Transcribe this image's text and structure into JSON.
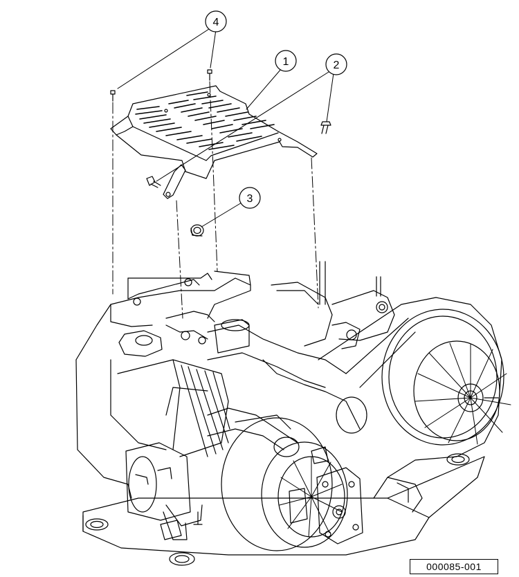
{
  "callouts": [
    {
      "id": "callout-1",
      "label": "1"
    },
    {
      "id": "callout-2",
      "label": "2"
    },
    {
      "id": "callout-3",
      "label": "3"
    },
    {
      "id": "callout-4",
      "label": "4"
    }
  ],
  "figure_id": "000085-001",
  "colors": {
    "ink": "#000000",
    "paper": "#ffffff"
  }
}
